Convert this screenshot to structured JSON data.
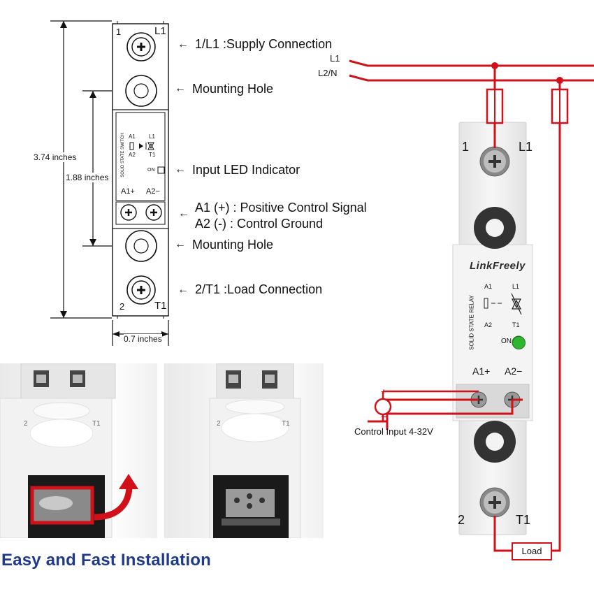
{
  "diagram": {
    "terminal_top_left": "1",
    "terminal_top_right": "L1",
    "terminal_bottom_left": "2",
    "terminal_bottom_right": "T1",
    "body_vertical_text": "SOLID STATE SWITCH",
    "symbol_a1": "A1",
    "symbol_a2": "A2",
    "symbol_l1": "L1",
    "symbol_t1": "T1",
    "on_label": "ON",
    "control_plus": "A1+",
    "control_minus": "A2−"
  },
  "dimensions": {
    "height_total": "3.74 inches",
    "height_inner": "1.88 inches",
    "width": "0.7 inches"
  },
  "callouts": {
    "supply": "1/L1 :Supply Connection",
    "mounting_top": "Mounting Hole",
    "led": "Input LED Indicator",
    "a1": "A1 (+) : Positive Control Signal",
    "a2": "A2 (-) :  Control Ground",
    "mounting_bottom": "Mounting Hole",
    "load": "2/T1 :Load Connection",
    "arrow_glyph": "←"
  },
  "wiring": {
    "line_l1": "L1",
    "line_l2n": "L2/N",
    "plus": "+",
    "minus": "−",
    "control_input": "Control Input 4-32V",
    "load": "Load",
    "wire_color": "#d0111a"
  },
  "relay": {
    "brand": "LinkFreely",
    "vertical_text": "SOLID STATE RELAY",
    "top_left": "1",
    "top_right": "L1",
    "bottom_left": "2",
    "bottom_right": "T1",
    "sym_a1": "A1",
    "sym_a2": "A2",
    "sym_l1": "L1",
    "sym_t1": "T1",
    "on_label": "ON",
    "control_plus": "A1+",
    "control_minus": "A2−",
    "led_color": "#2fb52f"
  },
  "photos": {
    "left_marks": [
      "2",
      "T1"
    ],
    "right_marks": [
      "2",
      "T1"
    ]
  },
  "headline": "Easy and Fast Installation"
}
